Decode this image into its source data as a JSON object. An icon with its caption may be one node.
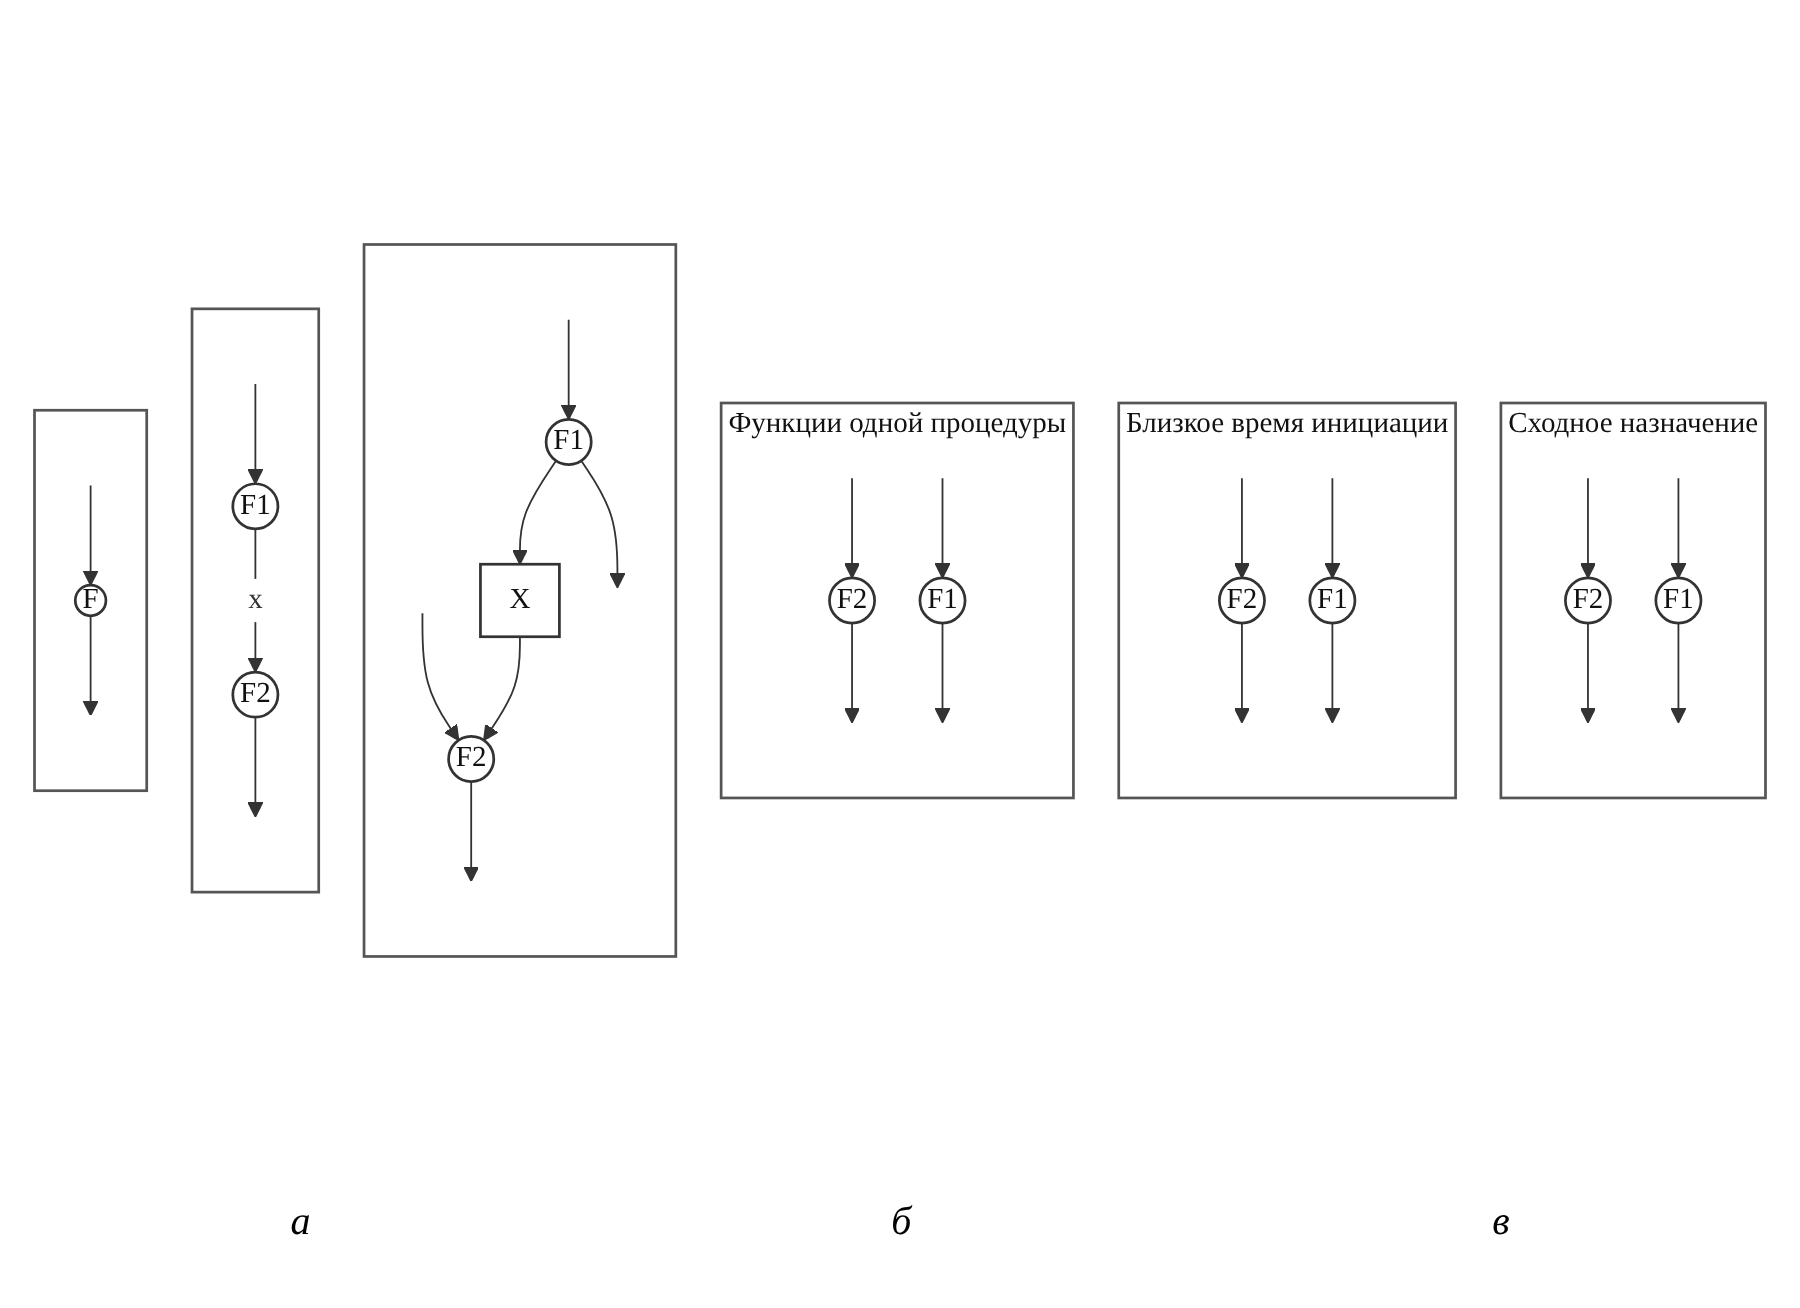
{
  "diagram": {
    "nodes": [
      {
        "text": [],
        "shape": "box"
      },
      {
        "text": [
          "F"
        ],
        "in": 0
      },
      {
        "text": [],
        "shape": "box"
      },
      {
        "text": [
          "F1"
        ],
        "in": 2
      },
      {
        "text": [
          "F2"
        ],
        "in": 2
      },
      {
        "text": [],
        "shape": "box"
      },
      {
        "text": [
          "X"
        ],
        "in": 5
      },
      {
        "text": [
          "F1"
        ],
        "in": 5
      },
      {
        "text": [
          "F2"
        ],
        "in": 5
      },
      {
        "text": [
          "Функции одной процедуры"
        ]
      },
      {
        "text": [
          "F1"
        ],
        "in": 9
      },
      {
        "text": [
          "F2"
        ],
        "in": 9
      },
      {
        "text": [
          "Близкое время инициации"
        ]
      },
      {
        "text": [
          "F1"
        ],
        "in": 12
      },
      {
        "text": [
          "F2"
        ],
        "in": 12
      },
      {
        "text": [
          "Сходное назначение"
        ]
      },
      {
        "text": [
          "F1"
        ],
        "in": 15
      },
      {
        "text": [
          "F2"
        ],
        "in": 15
      }
    ],
    "edges": [
      {
        "from": null,
        "to": 1,
        "arrow": "to"
      },
      {
        "from": 1,
        "to": null,
        "arrow": "to"
      },
      {
        "from": null,
        "to": 3,
        "arrow": "to"
      },
      {
        "from": 3,
        "to": 4,
        "arrow": "to",
        "label": "x"
      },
      {
        "from": 4,
        "to": null,
        "arrow": "to"
      },
      {
        "from": null,
        "to": 8,
        "arrow": "to"
      },
      {
        "from": null,
        "to": 7,
        "arrow": "to"
      },
      {
        "from": 7,
        "to": 6,
        "arrow": "to"
      },
      {
        "from": 6,
        "to": 8,
        "arrow": "to"
      },
      {
        "from": 8,
        "to": null,
        "arrow": "to"
      },
      {
        "from": 7,
        "to": null,
        "arrow": "to"
      },
      {
        "from": null,
        "to": 11,
        "arrow": "to"
      },
      {
        "from": null,
        "to": 10,
        "arrow": "to"
      },
      {
        "from": 11,
        "to": null,
        "arrow": "to"
      },
      {
        "from": 10,
        "to": null,
        "arrow": "to"
      },
      {
        "from": null,
        "to": 14,
        "arrow": "to"
      },
      {
        "from": null,
        "to": 13,
        "arrow": "to"
      },
      {
        "from": 14,
        "to": null,
        "arrow": "to"
      },
      {
        "from": 13,
        "to": null,
        "arrow": "to"
      },
      {
        "from": null,
        "to": 17,
        "arrow": "to"
      },
      {
        "from": null,
        "to": 16,
        "arrow": "to"
      },
      {
        "from": 17,
        "to": null,
        "arrow": "to"
      },
      {
        "from": 16,
        "to": null,
        "arrow": "to"
      }
    ],
    "labels": [
      "а",
      "б",
      "в"
    ]
  }
}
